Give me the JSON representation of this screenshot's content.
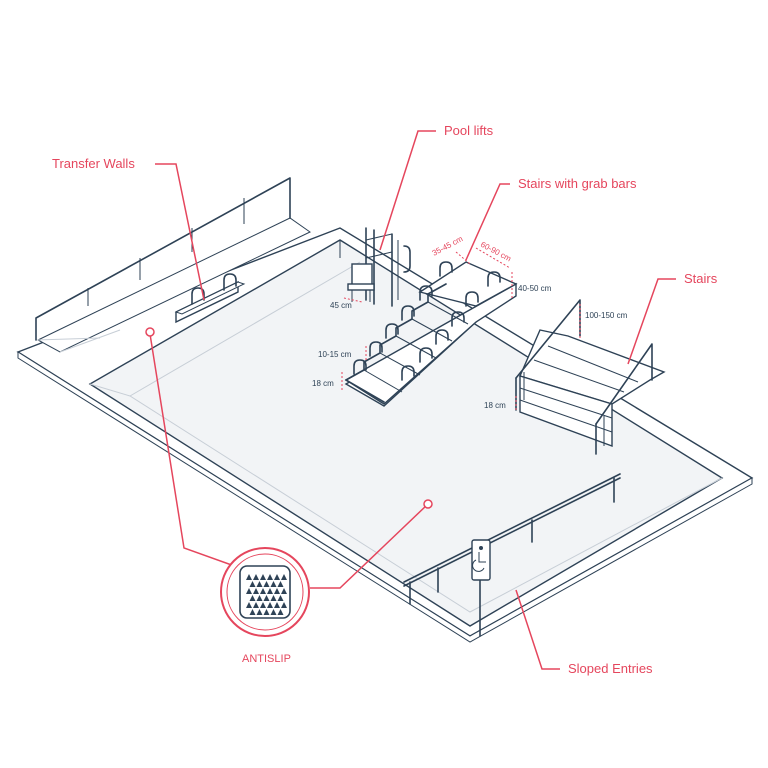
{
  "callouts": {
    "transfer_walls": "Transfer Walls",
    "pool_lifts": "Pool lifts",
    "stairs_with_grab_bars": "Stairs with grab bars",
    "stairs": "Stairs",
    "sloped_entries": "Sloped Entries",
    "antislip": "ANTISLIP"
  },
  "dimensions": {
    "step_width_range": "35-45 cm",
    "step_depth_range": "60-90 cm",
    "platform_height_range": "40-50 cm",
    "seat_height": "45 cm",
    "riser_height_range": "10-15 cm",
    "bottom_step_height": "18 cm",
    "rail_height_range": "100-150 cm",
    "stairs_bottom_step_height": "18 cm"
  },
  "colors": {
    "accent": "#e5465d",
    "line": "#2e4256",
    "pool_floor": "#f2f4f6"
  },
  "icons": [
    "antislip-icon",
    "wheelchair-sign-icon"
  ]
}
